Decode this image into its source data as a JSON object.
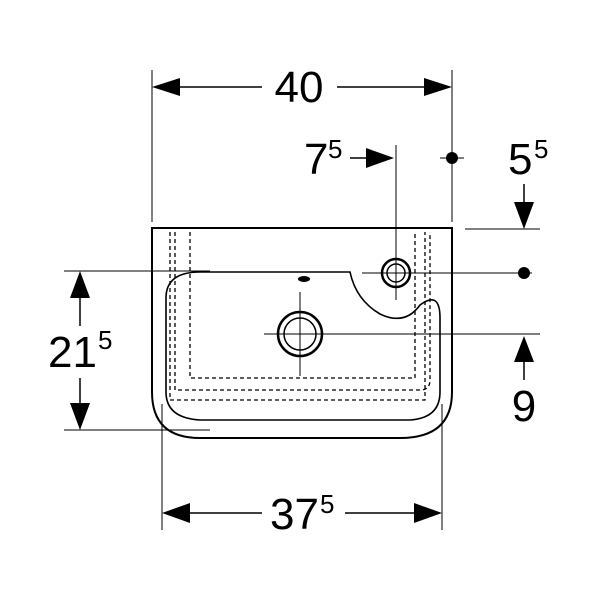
{
  "dimensions": {
    "top_width": {
      "main": "40",
      "sup": ""
    },
    "tap_offset": {
      "main": "7",
      "sup": "5"
    },
    "tap_depth": {
      "main": "5",
      "sup": "5"
    },
    "height": {
      "main": "21",
      "sup": "5"
    },
    "drain_offset": {
      "main": "9",
      "sup": ""
    },
    "bottom_width": {
      "main": "37",
      "sup": "5"
    }
  },
  "colors": {
    "line": "#000000",
    "background": "#ffffff"
  }
}
